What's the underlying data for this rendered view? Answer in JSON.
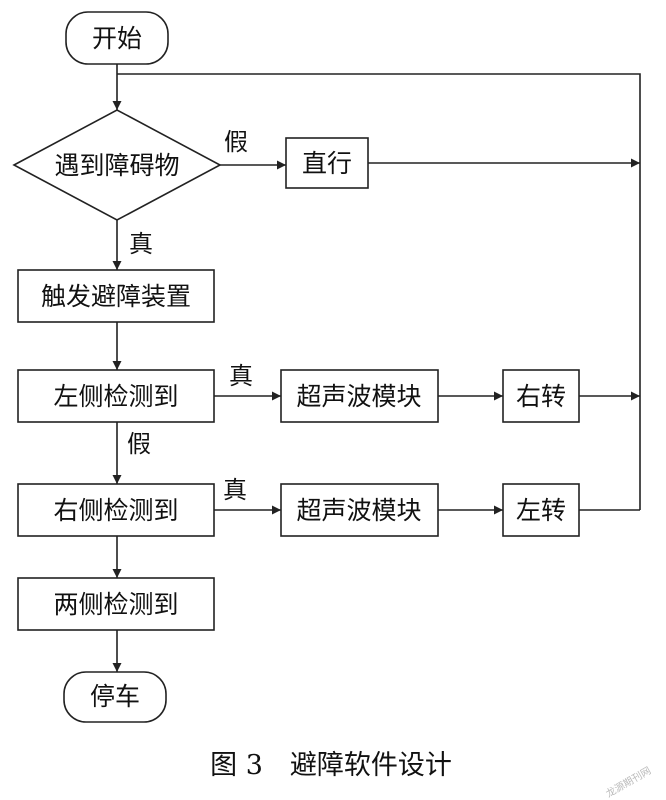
{
  "nodes": {
    "start": "开始",
    "obstacle": "遇到障碍物",
    "straight": "直行",
    "trigger": "触发避障装置",
    "left_detect": "左侧检测到",
    "ultra_1": "超声波模块",
    "turn_right": "右转",
    "right_detect": "右侧检测到",
    "ultra_2": "超声波模块",
    "turn_left": "左转",
    "both_detect": "两侧检测到",
    "stop": "停车"
  },
  "edge_labels": {
    "obstacle_false": "假",
    "obstacle_true": "真",
    "left_true": "真",
    "left_false": "假",
    "right_true": "真"
  },
  "caption": "图 3　避障软件设计",
  "watermark": "龙源期刊网"
}
